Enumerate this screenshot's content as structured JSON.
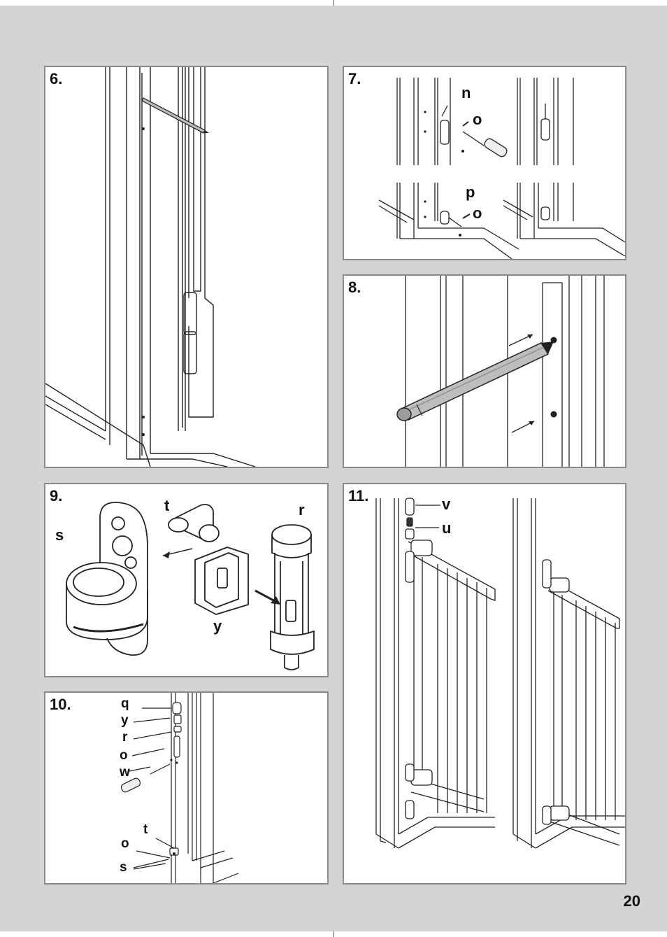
{
  "page": {
    "number": "20"
  },
  "steps": [
    {
      "number": "6.",
      "labels": []
    },
    {
      "number": "7.",
      "labels": [
        "n",
        "o",
        "p",
        "o"
      ]
    },
    {
      "number": "8.",
      "labels": []
    },
    {
      "number": "9.",
      "labels": [
        "s",
        "t",
        "r",
        "y"
      ]
    },
    {
      "number": "10.",
      "labels": [
        "q",
        "y",
        "r",
        "o",
        "w",
        "t",
        "o",
        "s"
      ]
    },
    {
      "number": "11.",
      "labels": [
        "v",
        "u"
      ]
    }
  ],
  "colors": {
    "background": "#d4d4d4",
    "panel": "#ffffff",
    "line": "#222222",
    "panel_border": "#8a8a8a"
  }
}
